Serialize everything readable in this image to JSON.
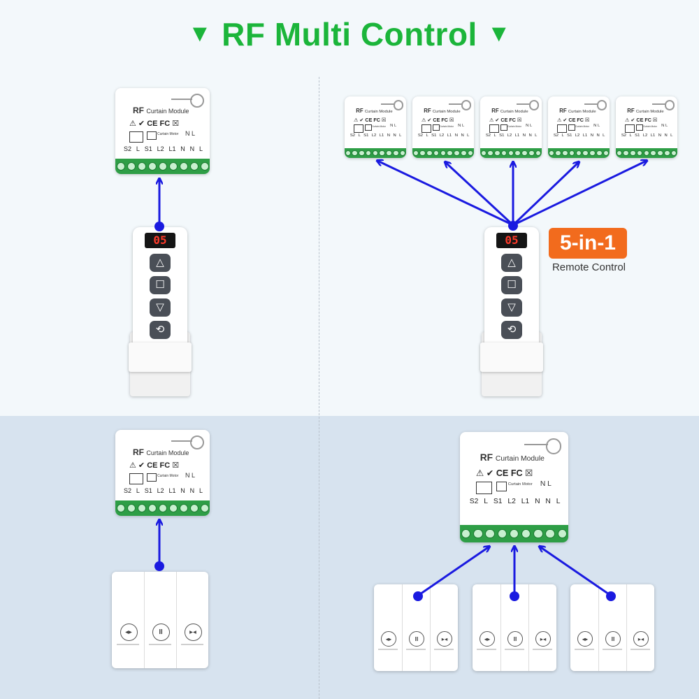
{
  "title": "RF Multi Control",
  "title_marker": "▼",
  "module": {
    "brand": "RF",
    "name": "Curtain Module",
    "marks": "⚠ ✔ CE FC ☒",
    "motor_label": "Curtain Motor",
    "pins": [
      "S2",
      "L",
      "S1",
      "L2",
      "L1",
      "N",
      "N",
      "L"
    ],
    "pin_header": "N L"
  },
  "remote": {
    "display": "05",
    "buttons": [
      {
        "name": "up-arrow-icon",
        "glyph": "△"
      },
      {
        "name": "stop-square-icon",
        "glyph": "☐"
      },
      {
        "name": "down-arrow-icon",
        "glyph": "▽"
      },
      {
        "name": "cycle-icon",
        "glyph": "⟲"
      }
    ]
  },
  "badge": {
    "text": "5-in-1",
    "caption": "Remote Control"
  },
  "wall_switch": {
    "keys": [
      {
        "name": "open-curtain-icon",
        "glyph": "◂▸"
      },
      {
        "name": "pause-icon",
        "glyph": "II"
      },
      {
        "name": "close-curtain-icon",
        "glyph": "▸◂"
      }
    ]
  },
  "colors": {
    "title": "#1bb53a",
    "arrow": "#1a1ae0",
    "badge": "#f26b1d",
    "terminal": "#2e9e46",
    "display": "#ff3a2a"
  }
}
